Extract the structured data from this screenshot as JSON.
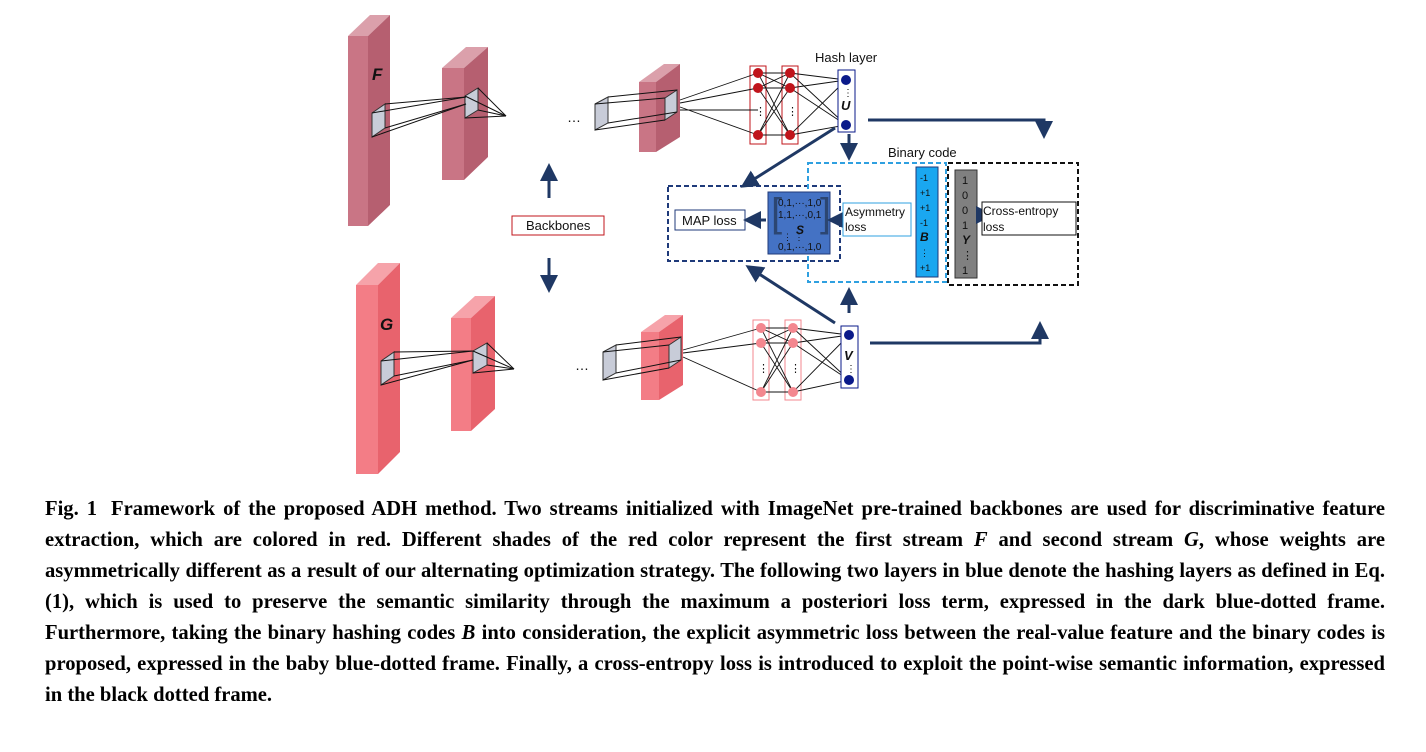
{
  "labels": {
    "stream_f": "F",
    "stream_g": "G",
    "backbones": "Backbones",
    "ellipsis_top": "…",
    "ellipsis_bottom": "…",
    "hash_layer": "Hash layer",
    "u": "U",
    "v": "V",
    "binary_code": "Binary code",
    "map_loss": "MAP loss",
    "asymmetry_loss_line1": "Asymmetry",
    "asymmetry_loss_line2": "loss",
    "cross_entropy_line1": "Cross-entropy",
    "cross_entropy_line2": "loss",
    "s_matrix": {
      "row1": "0,1,···,1,0",
      "row2": "1,1,···,0,1",
      "label": "S",
      "row4": "⋮         ⋮",
      "row5": "0,1,···,1,0"
    },
    "b_vector": [
      "-1",
      "+1",
      "+1",
      "-1",
      "B",
      "⋮",
      "+1"
    ],
    "y_vector": [
      "1",
      "0",
      "0",
      "1",
      "Y",
      "⋮",
      "1"
    ]
  },
  "caption": {
    "fig_label": "Fig. 1",
    "segments": [
      {
        "t": "Framework of the proposed ADH method. Two streams initialized with ImageNet pre-trained backbones are used for discriminative feature extraction, which are colored in red. Different shades of the red color represent the first stream "
      },
      {
        "t": "F",
        "i": true
      },
      {
        "t": " and second stream "
      },
      {
        "t": "G",
        "i": true
      },
      {
        "t": ", whose weights are asymmetrically different as a result of our alternating optimization strategy. The following two layers in blue denote the hashing layers as defined in Eq. (1), which is used to preserve the semantic similarity through the maximum a posteriori loss term, expressed in the dark blue-dotted frame. Furthermore, taking the binary hashing codes "
      },
      {
        "t": "B",
        "i": true
      },
      {
        "t": " into consideration, the explicit asymmetric loss between the real-value feature and the binary codes is proposed, expressed in the baby blue-dotted frame. Finally, a cross-entropy loss is introduced to exploit the point-wise semantic information, expressed in the black dotted frame."
      }
    ]
  },
  "colors": {
    "stream_f": "#c97585",
    "stream_g": "#f37d86",
    "node_red": "#c0141b",
    "node_pink": "#f3878f",
    "node_blue": "#0a1a8a",
    "dark_blue_frame": "#1f3a7a",
    "baby_blue_frame": "#2fa0e0",
    "s_matrix": "#4472c4",
    "b_vector": "#1aa7f0",
    "y_vector": "#808080",
    "arrow": "#1f3864"
  }
}
